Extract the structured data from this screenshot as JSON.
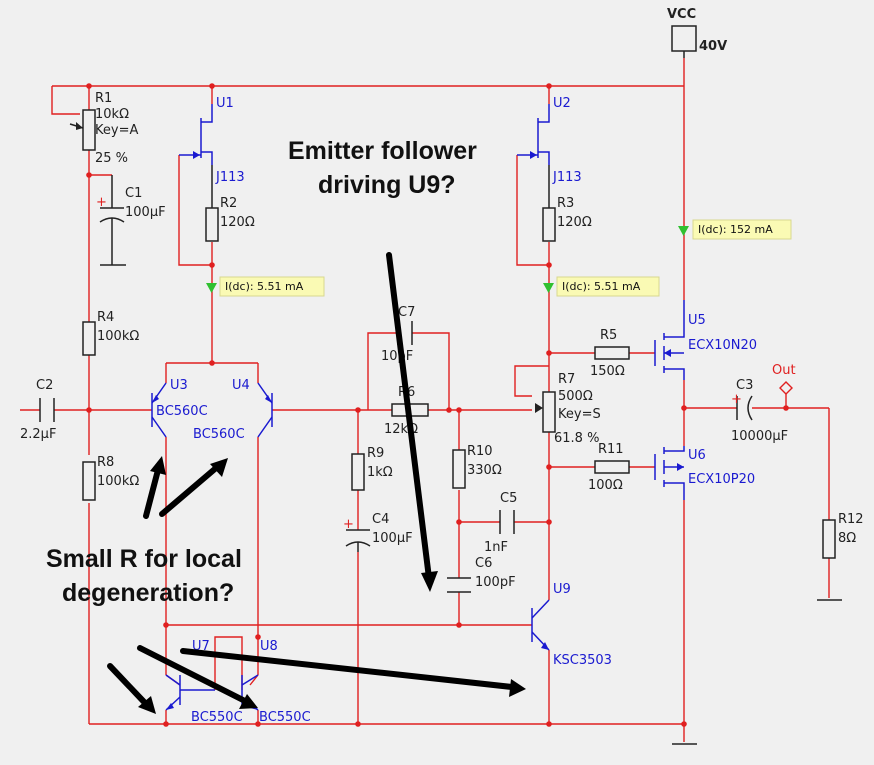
{
  "supply": {
    "name": "VCC",
    "value": "40V"
  },
  "components": {
    "R1": {
      "ref": "R1",
      "value": "10kΩ",
      "key": "Key=A",
      "setting": "25 %"
    },
    "C1": {
      "ref": "C1",
      "value": "100µF"
    },
    "R4": {
      "ref": "R4",
      "value": "100kΩ"
    },
    "R8": {
      "ref": "R8",
      "value": "100kΩ"
    },
    "C2": {
      "ref": "C2",
      "value": "2.2µF"
    },
    "U1": {
      "ref": "U1",
      "part": "J113"
    },
    "R2": {
      "ref": "R2",
      "value": "120Ω"
    },
    "U2": {
      "ref": "U2",
      "part": "J113"
    },
    "R3": {
      "ref": "R3",
      "value": "120Ω"
    },
    "U3": {
      "ref": "U3",
      "part": "BC560C"
    },
    "U4": {
      "ref": "U4",
      "part": "BC560C"
    },
    "C7": {
      "ref": "C7",
      "value": "10pF"
    },
    "R6": {
      "ref": "R6",
      "value": "12kΩ"
    },
    "R9": {
      "ref": "R9",
      "value": "1kΩ"
    },
    "C4": {
      "ref": "C4",
      "value": "100µF"
    },
    "R10": {
      "ref": "R10",
      "value": "330Ω"
    },
    "C5": {
      "ref": "C5",
      "value": "1nF"
    },
    "C6": {
      "ref": "C6",
      "value": "100pF"
    },
    "R5": {
      "ref": "R5",
      "value": "150Ω"
    },
    "R7": {
      "ref": "R7",
      "value": "500Ω",
      "key": "Key=S",
      "setting": "61.8 %"
    },
    "R11": {
      "ref": "R11",
      "value": "100Ω"
    },
    "U5": {
      "ref": "U5",
      "part": "ECX10N20"
    },
    "U6": {
      "ref": "U6",
      "part": "ECX10P20"
    },
    "C3": {
      "ref": "C3",
      "value": "10000µF"
    },
    "R12": {
      "ref": "R12",
      "value": "8Ω"
    },
    "U7": {
      "ref": "U7",
      "part": "BC550C"
    },
    "U8": {
      "ref": "U8",
      "part": "BC550C"
    },
    "U9": {
      "ref": "U9",
      "part": "KSC3503"
    }
  },
  "probes": {
    "p1": "I(dc): 5.51 mA",
    "p2": "I(dc): 5.51 mA",
    "p3": "I(dc): 152 mA"
  },
  "output_label": "Out",
  "annotations": {
    "a1_line1": "Emitter follower",
    "a1_line2": "driving U9?",
    "a2_line1": "Small R for local",
    "a2_line2": "degeneration?"
  },
  "colors": {
    "wire": "#e02020",
    "ref": "#1a1ad0",
    "probe_bg": "#fafab4",
    "probe_marker": "#30c030"
  }
}
